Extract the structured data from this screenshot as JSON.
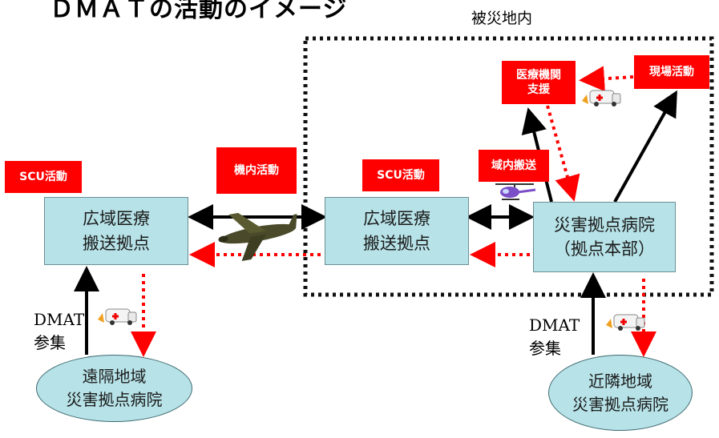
{
  "title": "ＤＭＡＴの活動のイメージ",
  "zone_label": "被災地内",
  "nodes": {
    "left_hub": {
      "line1": "広域医療",
      "line2": "搬送拠点"
    },
    "mid_hub": {
      "line1": "広域医療",
      "line2": "搬送拠点"
    },
    "disaster_hospital": {
      "line1": "災害拠点病院",
      "line2": "（拠点本部）"
    },
    "remote_hospital": {
      "line1": "遠隔地域",
      "line2": "災害拠点病院"
    },
    "nearby_hospital": {
      "line1": "近隣地域",
      "line2": "災害拠点病院"
    }
  },
  "tags": {
    "scu_left": "SCU活動",
    "inflight": "機内活動",
    "scu_mid": "SCU活動",
    "regional_transport": "域内搬送",
    "medical_support": {
      "line1": "医療機関",
      "line2": "支援"
    },
    "field_activity": "現場活動"
  },
  "dmat_left": {
    "line1": "DMAT",
    "line2": "参集"
  },
  "dmat_right": {
    "line1": "DMAT",
    "line2": "参集"
  },
  "colors": {
    "box_fill": "#b7e3e8",
    "tag_red": "#ff0000",
    "arrow_black": "#000000",
    "arrow_red": "#ff0000"
  },
  "icons": [
    "airplane-icon",
    "helicopter-icon",
    "ambulance-icon"
  ]
}
